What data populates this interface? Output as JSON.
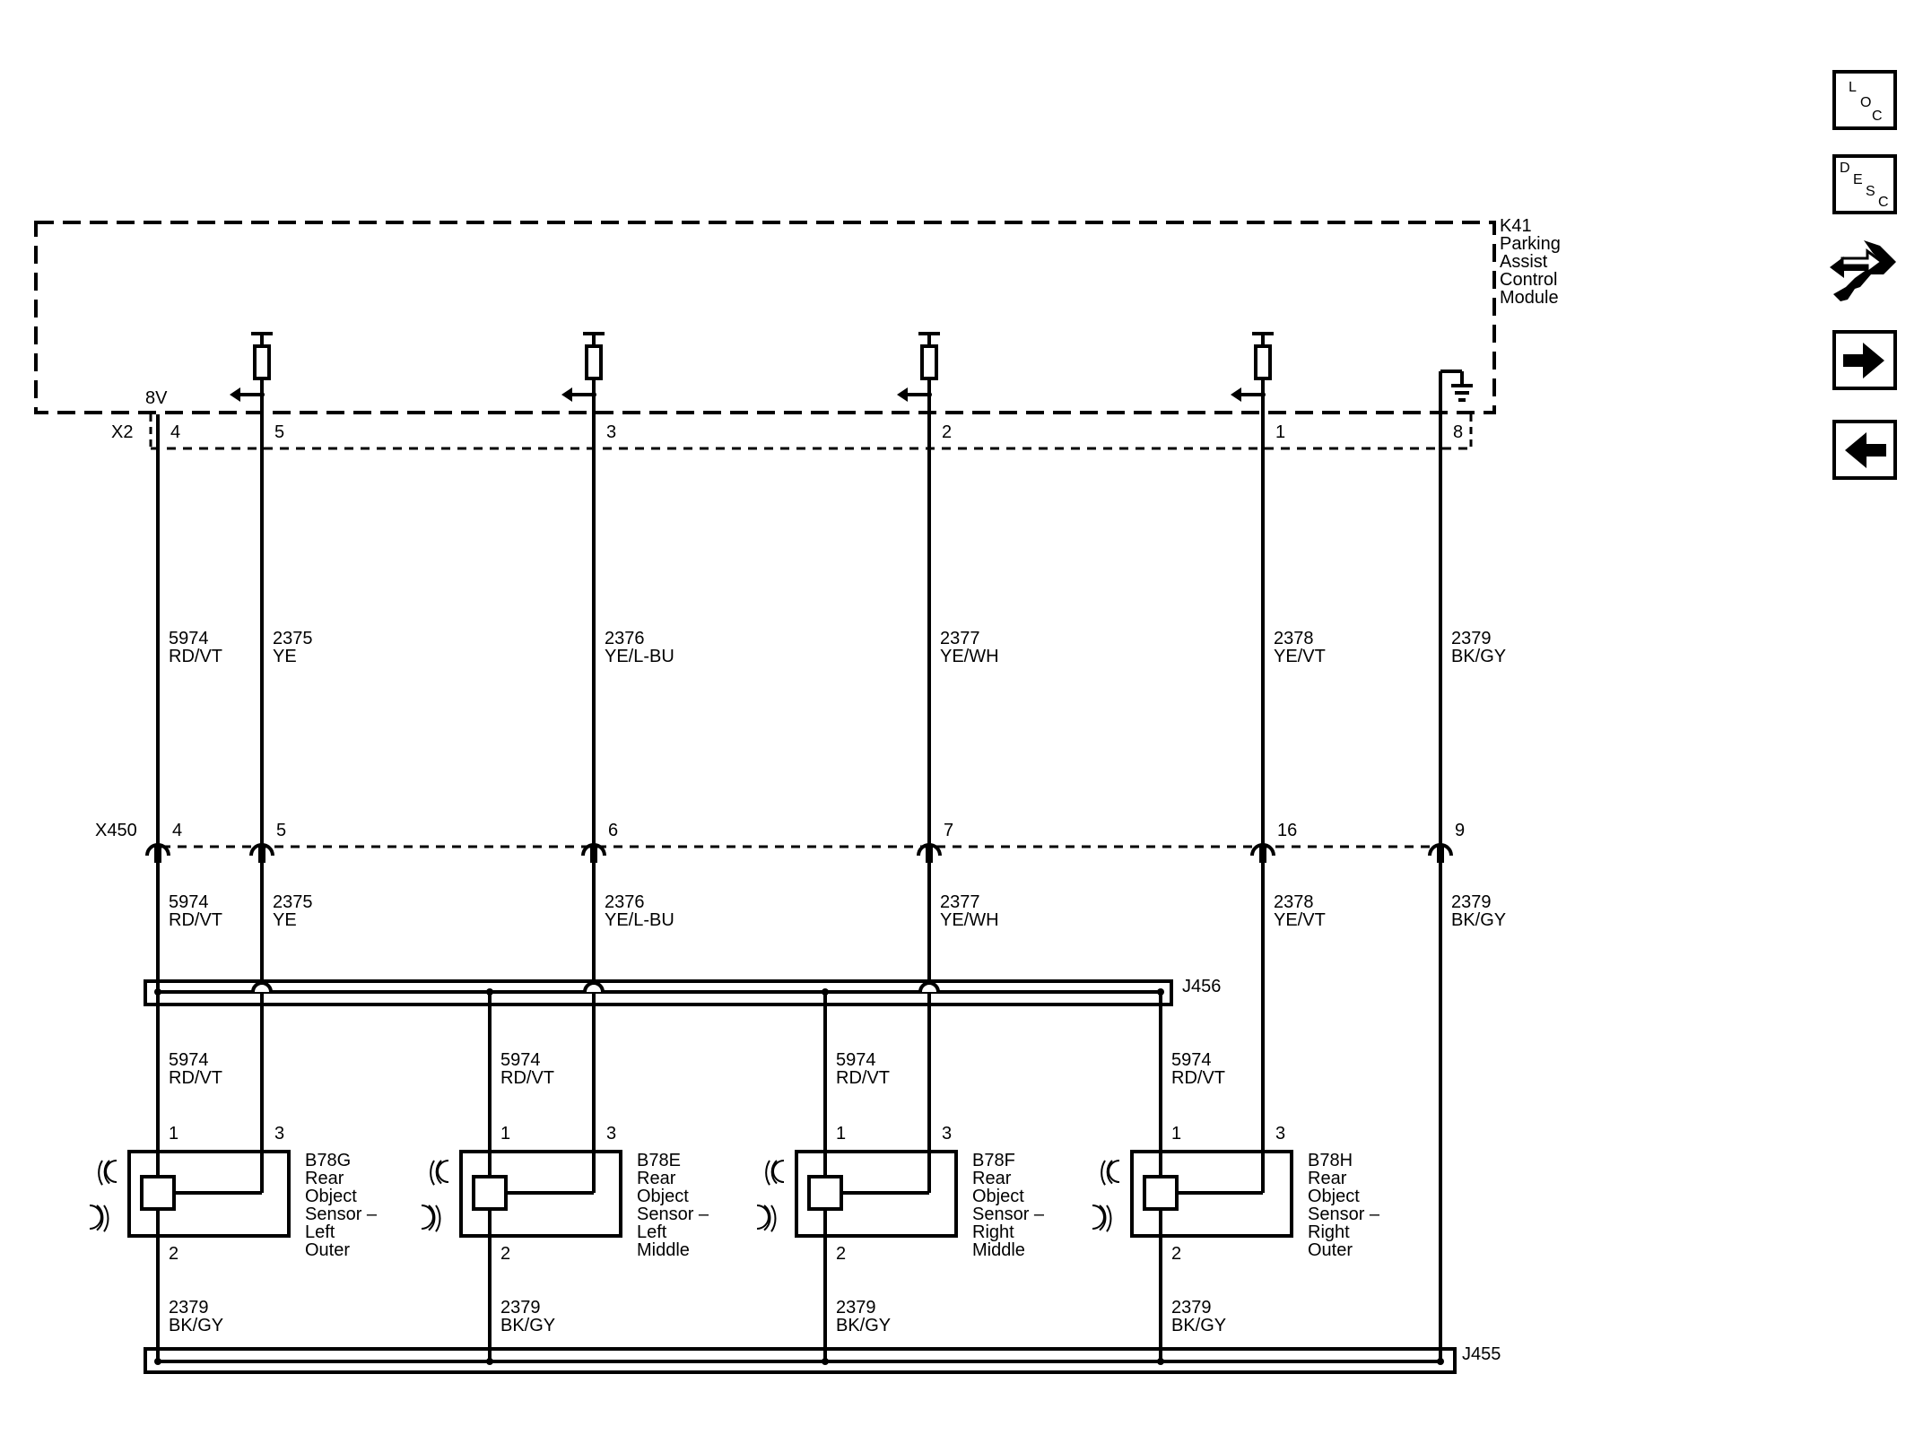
{
  "nav": {
    "loc": [
      "L",
      "O",
      "C"
    ],
    "desc": [
      "D",
      "E",
      "S",
      "C"
    ],
    "connector_icon": "connector-wrench-icon",
    "next_icon": "arrow-right-icon",
    "prev_icon": "arrow-left-icon"
  },
  "module": {
    "ref": "K41",
    "name_lines": [
      "Parking",
      "Assist",
      "Control",
      "Module"
    ],
    "voltage": "8V",
    "connector": "X2"
  },
  "inline_connector": "X450",
  "splices": {
    "top": "J456",
    "bottom": "J455"
  },
  "wires": [
    {
      "x2_pin": "4",
      "x450_pin": "4",
      "circuit": "5974",
      "color": "RD/VT"
    },
    {
      "x2_pin": "5",
      "x450_pin": "5",
      "circuit": "2375",
      "color": "YE"
    },
    {
      "x2_pin": "3",
      "x450_pin": "6",
      "circuit": "2376",
      "color": "YE/L-BU"
    },
    {
      "x2_pin": "2",
      "x450_pin": "7",
      "circuit": "2377",
      "color": "YE/WH"
    },
    {
      "x2_pin": "1",
      "x450_pin": "16",
      "circuit": "2378",
      "color": "YE/VT"
    },
    {
      "x2_pin": "8",
      "x450_pin": "9",
      "circuit": "2379",
      "color": "BK/GY"
    }
  ],
  "sensors": [
    {
      "ref": "B78G",
      "lines": [
        "Rear",
        "Object",
        "Sensor –",
        "Left",
        "Outer"
      ],
      "pin1": "1",
      "pin2": "2",
      "pin3": "3",
      "supply_circuit": "5974",
      "supply_color": "RD/VT",
      "ground_circuit": "2379",
      "ground_color": "BK/GY"
    },
    {
      "ref": "B78E",
      "lines": [
        "Rear",
        "Object",
        "Sensor –",
        "Left",
        "Middle"
      ],
      "pin1": "1",
      "pin2": "2",
      "pin3": "3",
      "supply_circuit": "5974",
      "supply_color": "RD/VT",
      "ground_circuit": "2379",
      "ground_color": "BK/GY"
    },
    {
      "ref": "B78F",
      "lines": [
        "Rear",
        "Object",
        "Sensor –",
        "Right",
        "Middle"
      ],
      "pin1": "1",
      "pin2": "2",
      "pin3": "3",
      "supply_circuit": "5974",
      "supply_color": "RD/VT",
      "ground_circuit": "2379",
      "ground_color": "BK/GY"
    },
    {
      "ref": "B78H",
      "lines": [
        "Rear",
        "Object",
        "Sensor –",
        "Right",
        "Outer"
      ],
      "pin1": "1",
      "pin2": "2",
      "pin3": "3",
      "supply_circuit": "5974",
      "supply_color": "RD/VT",
      "ground_circuit": "2379",
      "ground_color": "BK/GY"
    }
  ]
}
